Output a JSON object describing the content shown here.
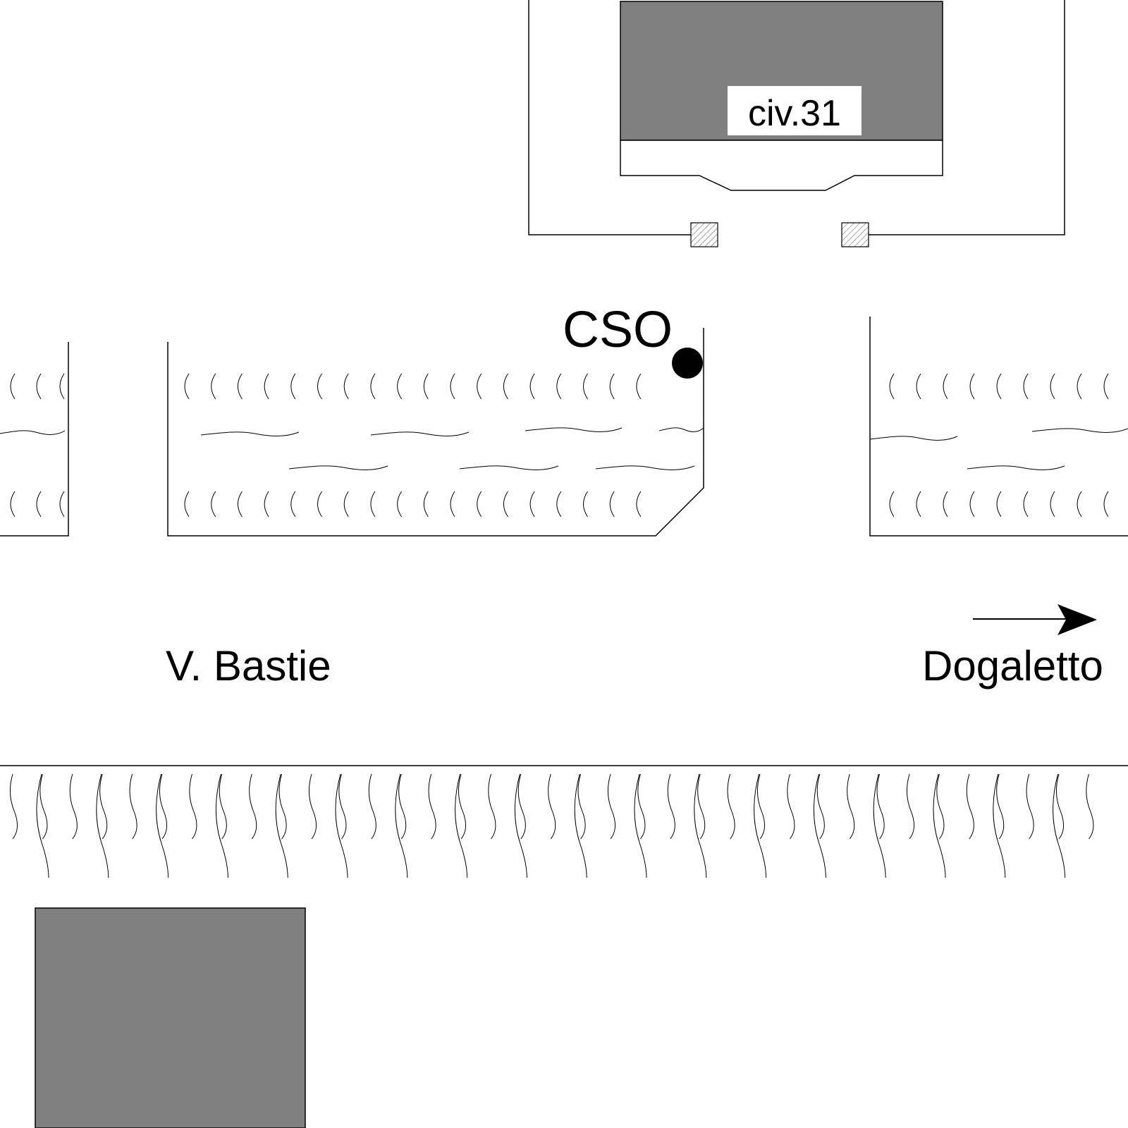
{
  "labels": {
    "building": "civ.31",
    "cso": "CSO",
    "street": "V. Bastie",
    "direction": "Dogaletto"
  },
  "colors": {
    "building_fill": "#808080",
    "line": "#000000",
    "background": "#ffffff",
    "marker": "#000000"
  },
  "icons": {
    "direction": "arrow-right-icon",
    "cso_marker": "filled-circle-icon",
    "vegetation": "water-wave-symbol"
  }
}
